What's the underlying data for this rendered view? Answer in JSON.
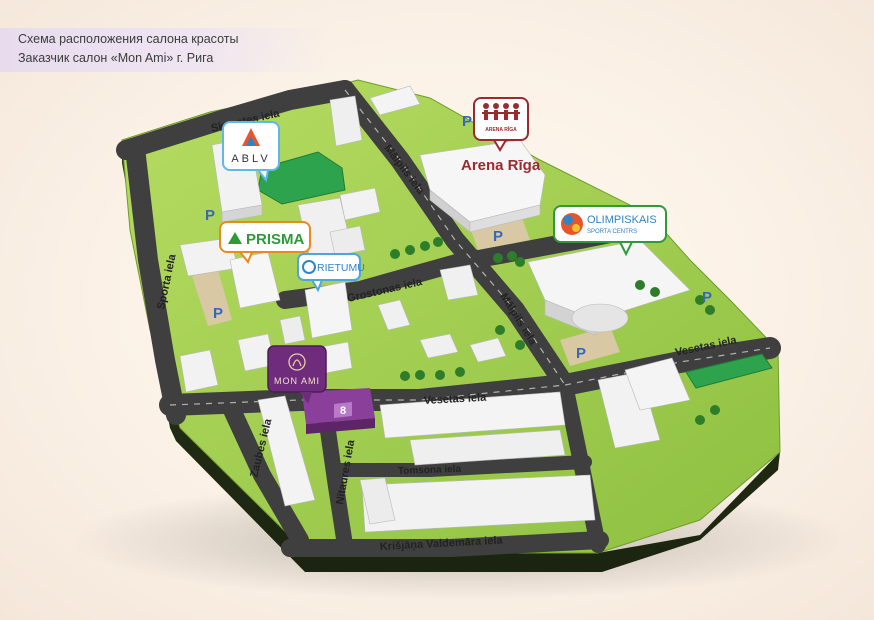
{
  "caption": {
    "line1": "Схема расположения салона красоты",
    "line2": "Заказчик салон «Mon Ami» г. Рига"
  },
  "streets": {
    "skanstes": "Skanstes iela",
    "malpils_north": "Mālpils iela",
    "malpils_south": "Mālpils iela",
    "sporta": "Sporta iela",
    "grostonas": "Grostonas iela",
    "vesetas_main": "Vesetas iela",
    "vesetas_east": "Vesetas iela",
    "zaubes": "Zaubes iela",
    "nitaures": "Nītaures iela",
    "tomsona": "Tomsona iela",
    "valdemara": "Krišjāņa Valdemāra iela"
  },
  "markers": {
    "ablv": "ABLV",
    "prisma": "PRISMA",
    "rietumu": "RIETUMU",
    "arena_small": "ARENA RĪGA",
    "arena_label": "Arena Rīga",
    "olimpiskais_1": "OLIMPISKAIS",
    "olimpiskais_2": "SPORTA CENTRS",
    "monami": "MON AMI",
    "building_number": "8"
  },
  "parking_label": "P",
  "colors": {
    "grass": "#9ccc4c",
    "road": "#3f3f3f",
    "prisma_green": "#2e9a3a",
    "arena_red": "#9b2a2f",
    "monami_purple": "#6f2c7d",
    "field_green": "#2ea34e"
  }
}
